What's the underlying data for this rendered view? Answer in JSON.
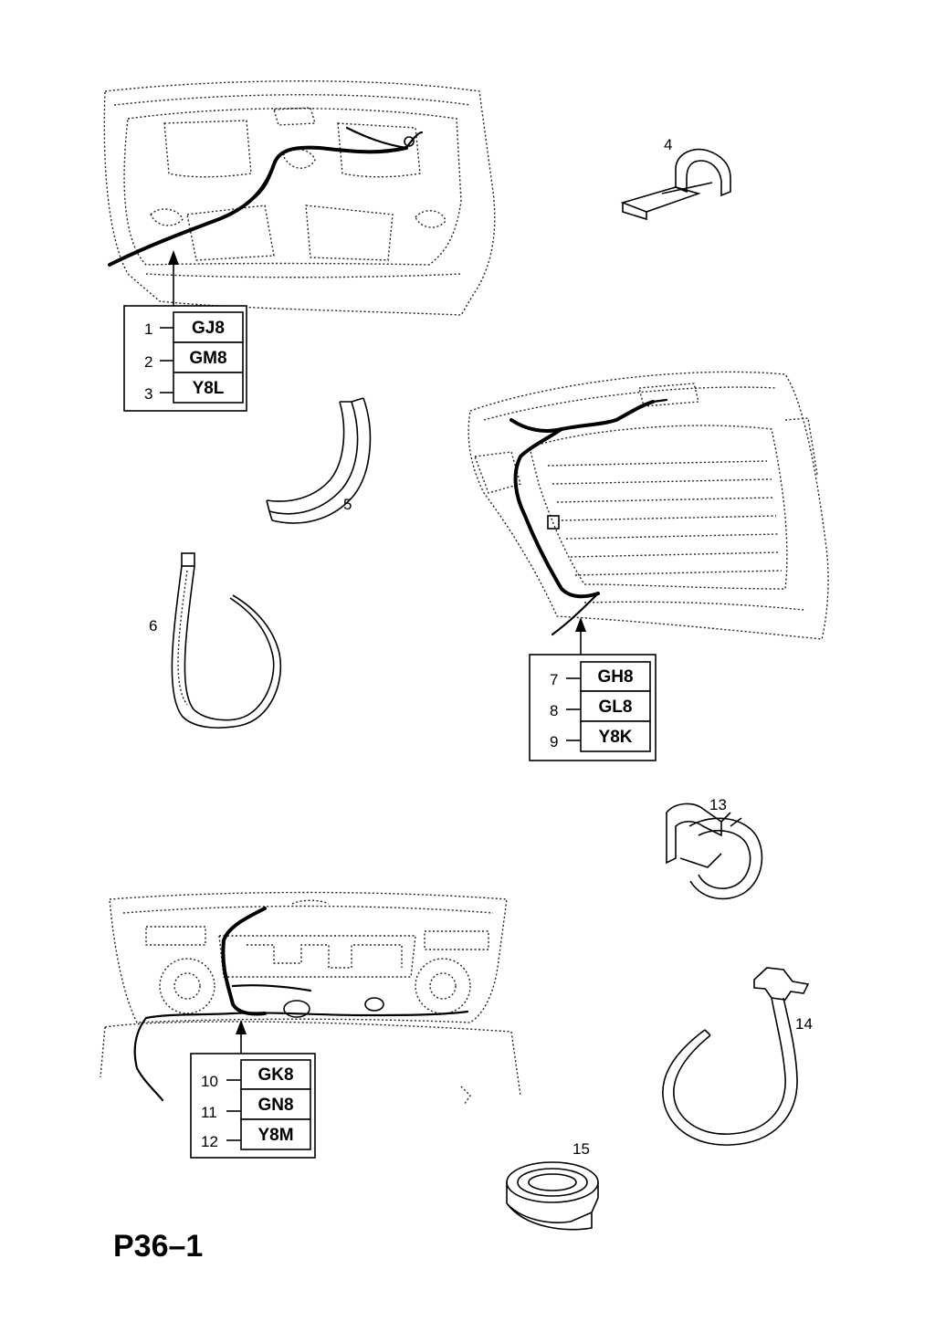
{
  "page_code": "P36–1",
  "groups": [
    {
      "name": "trunk-lid-upper",
      "items": [
        {
          "num": "1",
          "code": "GJ8"
        },
        {
          "num": "2",
          "code": "GM8"
        },
        {
          "num": "3",
          "code": "Y8L"
        }
      ]
    },
    {
      "name": "tailgate",
      "items": [
        {
          "num": "7",
          "code": "GH8"
        },
        {
          "num": "8",
          "code": "GL8"
        },
        {
          "num": "9",
          "code": "Y8K"
        }
      ]
    },
    {
      "name": "trunk-lid-lower",
      "items": [
        {
          "num": "10",
          "code": "GK8"
        },
        {
          "num": "11",
          "code": "GN8"
        },
        {
          "num": "12",
          "code": "Y8M"
        }
      ]
    }
  ],
  "parts": [
    {
      "num": "4",
      "icon": "clip-bracket"
    },
    {
      "num": "5",
      "icon": "curved-channel"
    },
    {
      "num": "6",
      "icon": "cable-tie"
    },
    {
      "num": "13",
      "icon": "harness-clip"
    },
    {
      "num": "14",
      "icon": "cable-tie-with-mount"
    },
    {
      "num": "15",
      "icon": "tape-roll"
    }
  ]
}
